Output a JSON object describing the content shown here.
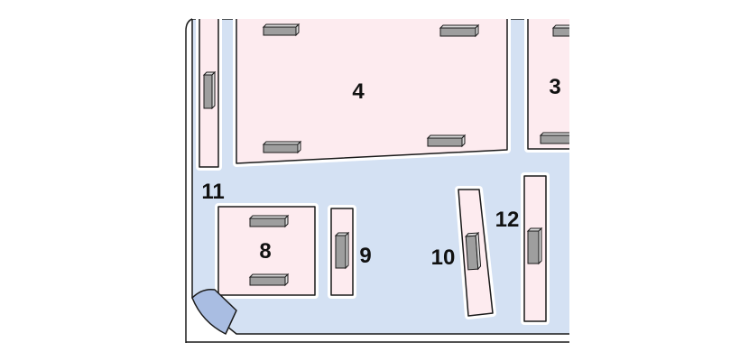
{
  "colors": {
    "base_sheet": "#d4e1f3",
    "curl": "#a9bde2",
    "panel_fill": "#fdebef",
    "outline": "#1a1a1a",
    "halo": "#ffffff",
    "clip_top": "#dcdcdc",
    "clip_side": "#9e9e9e"
  },
  "labels": {
    "panel_4": "4",
    "panel_3": "3",
    "panel_11": "11",
    "panel_8": "8",
    "panel_9": "9",
    "panel_10": "10",
    "panel_12": "12"
  }
}
